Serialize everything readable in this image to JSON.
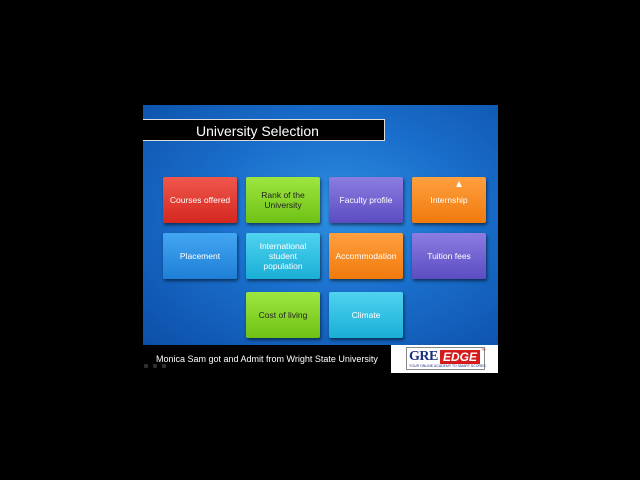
{
  "slide": {
    "title": "University Selection",
    "boxes": [
      {
        "label": "Courses offered",
        "color": "#e03a2f"
      },
      {
        "label": "Rank of the University",
        "color": "#86d42a"
      },
      {
        "label": "Faculty profile",
        "color": "#6f5fd4"
      },
      {
        "label": "Internship",
        "color": "#f78c22"
      },
      {
        "label": "Placement",
        "color": "#2f93e6"
      },
      {
        "label": "International student population",
        "color": "#2f93e6"
      },
      {
        "label": "Accommodation",
        "color": "#f78c22"
      },
      {
        "label": "Tuition fees",
        "color": "#6f5fd4"
      },
      {
        "label": "Cost of living",
        "color": "#86d42a"
      },
      {
        "label": "Climate",
        "color": "#2ec2e6"
      }
    ]
  },
  "caption": "Monica Sam got and Admit from Wright State University",
  "logo": {
    "gre": "GRE",
    "edge": "EDGE",
    "tagline": "YOUR ONLINE ACADEMY TO SMART SCORES",
    "sup": "™"
  }
}
